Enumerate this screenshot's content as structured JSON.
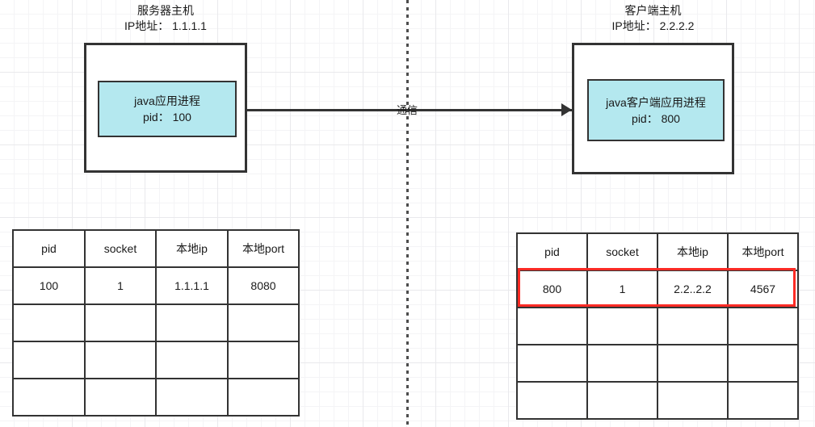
{
  "diagram": {
    "title_hidden": "Socket communication between server host and client host",
    "divider": {
      "name": "network-boundary-divider"
    },
    "arrow": {
      "label": "通信"
    },
    "server": {
      "title_line1": "服务器主机",
      "title_line2": "IP地址： 1.1.1.1",
      "process": {
        "line1": "java应用进程",
        "line2": "pid： 100"
      },
      "table": {
        "headers": [
          "pid",
          "socket",
          "本地ip",
          "本地port"
        ],
        "rows": [
          [
            "100",
            "1",
            "1.1.1.1",
            "8080"
          ],
          [
            "",
            "",
            "",
            ""
          ],
          [
            "",
            "",
            "",
            ""
          ],
          [
            "",
            "",
            "",
            ""
          ]
        ]
      }
    },
    "client": {
      "title_line1": "客户端主机",
      "title_line2": "IP地址： 2.2.2.2",
      "process": {
        "line1": "java客户端应用进程",
        "line2": "pid： 800"
      },
      "table": {
        "headers": [
          "pid",
          "socket",
          "本地ip",
          "本地port"
        ],
        "rows": [
          [
            "800",
            "1",
            "2.2..2.2",
            "4567"
          ],
          [
            "",
            "",
            "",
            ""
          ],
          [
            "",
            "",
            "",
            ""
          ],
          [
            "",
            "",
            "",
            ""
          ]
        ],
        "highlight_row_index": 0,
        "highlight_color": "#fc2b25"
      }
    },
    "colors": {
      "process_fill": "#b4e8ef",
      "box_border": "#333333",
      "grid_minor": "#f4f4f6",
      "grid_major": "#e9e9ec",
      "highlight": "#fc2b25"
    }
  }
}
